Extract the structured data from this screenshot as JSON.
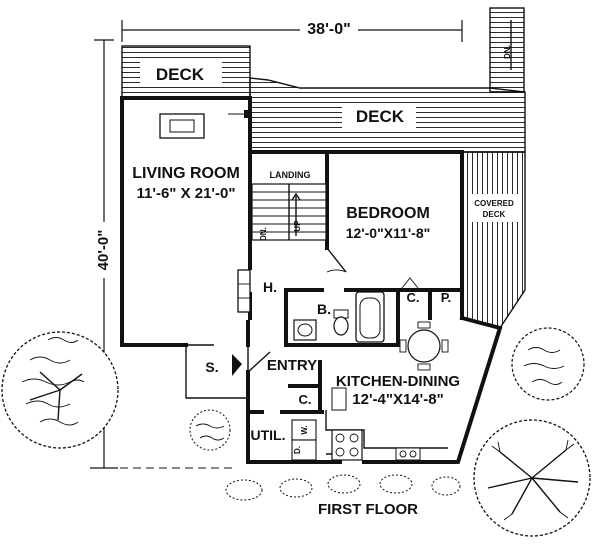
{
  "plan": {
    "caption": "FIRST FLOOR",
    "dimensions": {
      "width": "38'-0\"",
      "depth": "40'-0\""
    },
    "rooms": {
      "living_room": {
        "name": "LIVING ROOM",
        "size": "11'-6\" X 21'-0\""
      },
      "bedroom": {
        "name": "BEDROOM",
        "size": "12'-0\"X11'-8\""
      },
      "kitchen_dining": {
        "name": "KITCHEN-DINING",
        "size": "12'-4\"X14'-8\""
      }
    },
    "labels": {
      "deck_left": "DECK",
      "deck_main": "DECK",
      "covered_deck_line1": "COVERED",
      "covered_deck_line2": "DECK",
      "landing": "LANDING",
      "stair_dn": "DN.",
      "stair_up": "UP",
      "ext_stair_dn": "DN.",
      "hall": "H.",
      "bath": "B.",
      "closet_bedroom": "C.",
      "pantry": "P.",
      "entry": "ENTRY",
      "closet_entry": "C.",
      "storage": "S.",
      "utility": "UTIL.",
      "washer": "W.",
      "dryer": "D."
    }
  }
}
